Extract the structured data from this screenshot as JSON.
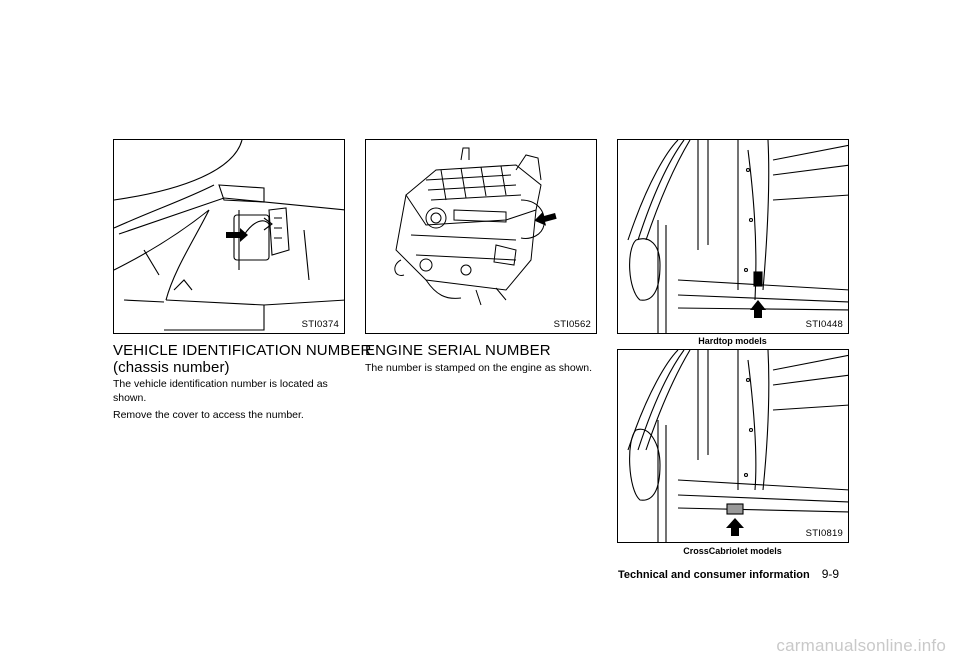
{
  "figures": {
    "vin": {
      "id": "STI0374"
    },
    "engine": {
      "id": "STI0562"
    },
    "hardtop": {
      "id": "STI0448",
      "caption": "Hardtop models"
    },
    "cabriolet": {
      "id": "STI0819",
      "caption": "CrossCabriolet models"
    }
  },
  "vin_section": {
    "heading_line1": "VEHICLE IDENTIFICATION NUMBER",
    "heading_line2": "(chassis number)",
    "body_line1": "The vehicle identification number is located as",
    "body_line2": "shown.",
    "body2": "Remove the cover to access the number."
  },
  "engine_section": {
    "heading": "ENGINE SERIAL NUMBER",
    "body": "The number is stamped on the engine as shown."
  },
  "footer": {
    "section": "Technical and consumer information",
    "page": "9-9"
  },
  "watermark": "carmanualsonline.info"
}
